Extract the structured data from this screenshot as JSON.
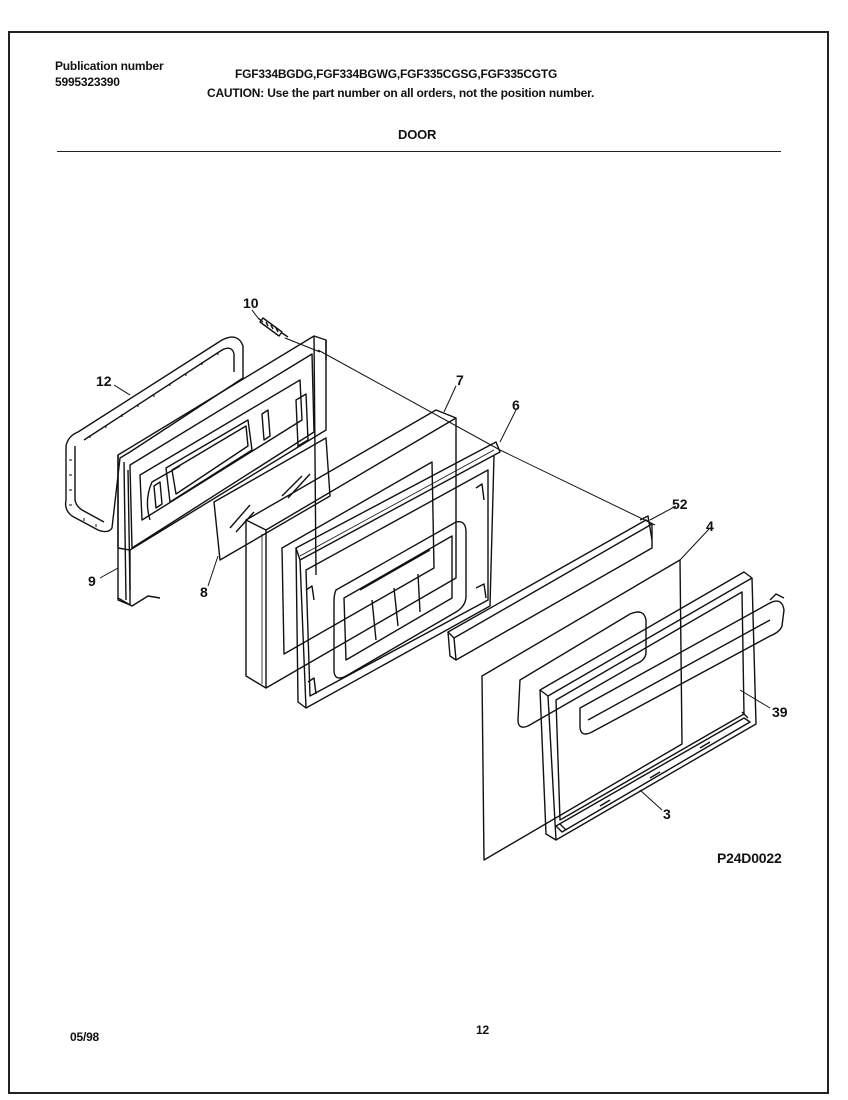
{
  "header": {
    "publication_label": "Publication number",
    "publication_number": "5995323390",
    "models": "FGF334BGDG,FGF334BGWG,FGF335CGSG,FGF335CGTG",
    "caution": "CAUTION:  Use the part number on all orders, not the position number.",
    "section_title": "DOOR"
  },
  "diagram": {
    "callouts": [
      "10",
      "12",
      "9",
      "8",
      "7",
      "6",
      "52",
      "4",
      "39",
      "3"
    ],
    "figure_code": "P24D0022"
  },
  "footer": {
    "date": "05/98",
    "page_number": "12"
  }
}
